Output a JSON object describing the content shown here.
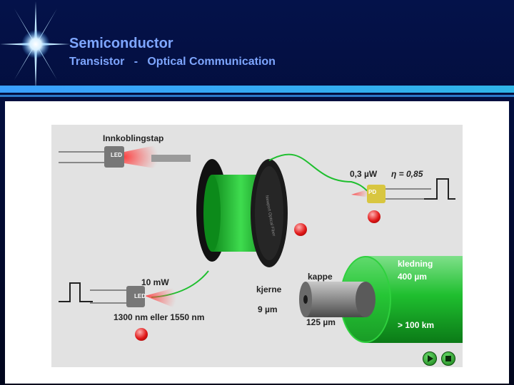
{
  "header": {
    "title": "Semiconductor",
    "subtitle": "Transistor   -   Optical Communication"
  },
  "diagram": {
    "top_label": "Innkoblingstap",
    "led_top": "LED",
    "led_bottom": "LED",
    "pd": "PD",
    "power_out": "0,3 µW",
    "efficiency": "η = 0,85",
    "power_in": "10 mW",
    "wavelength": "1300 nm eller 1550 nm",
    "kledning": "kledning",
    "kledning_size": "400 µm",
    "kappe": "kappe",
    "kjerne": "kjerne",
    "kjerne_size": "9 µm",
    "kappe_size": "125 µm",
    "distance": "> 100 km",
    "reel_text": "Newport Optical Fiber"
  },
  "colors": {
    "fiber_green": "#1fbf2f",
    "title_blue": "#7ea6ff",
    "accent_bar": "#2fb5e8"
  },
  "icons": {
    "play": "play-icon",
    "stop": "stop-icon"
  }
}
